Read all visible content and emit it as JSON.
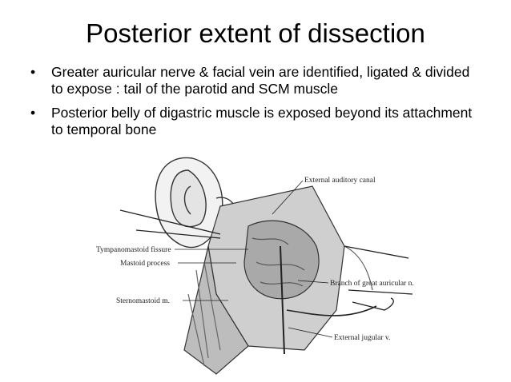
{
  "slide": {
    "title": "Posterior extent of dissection",
    "bullets": [
      "Greater auricular nerve & facial vein are identified, ligated & divided to expose : tail of the parotid and SCM muscle",
      "Posterior belly of digastric muscle is exposed beyond its attachment to  temporal bone"
    ],
    "bullet_glyph": "•"
  },
  "figure": {
    "labels": {
      "external_auditory_canal": "External auditory canal",
      "tympanomastoid_fissure": "Tympanomastoid fissure",
      "mastoid_process": "Mastoid process",
      "sternomastoid": "Sternomastoid m.",
      "branch_great_auricular": "Branch of great auricular n.",
      "external_jugular": "External jugular v."
    }
  }
}
